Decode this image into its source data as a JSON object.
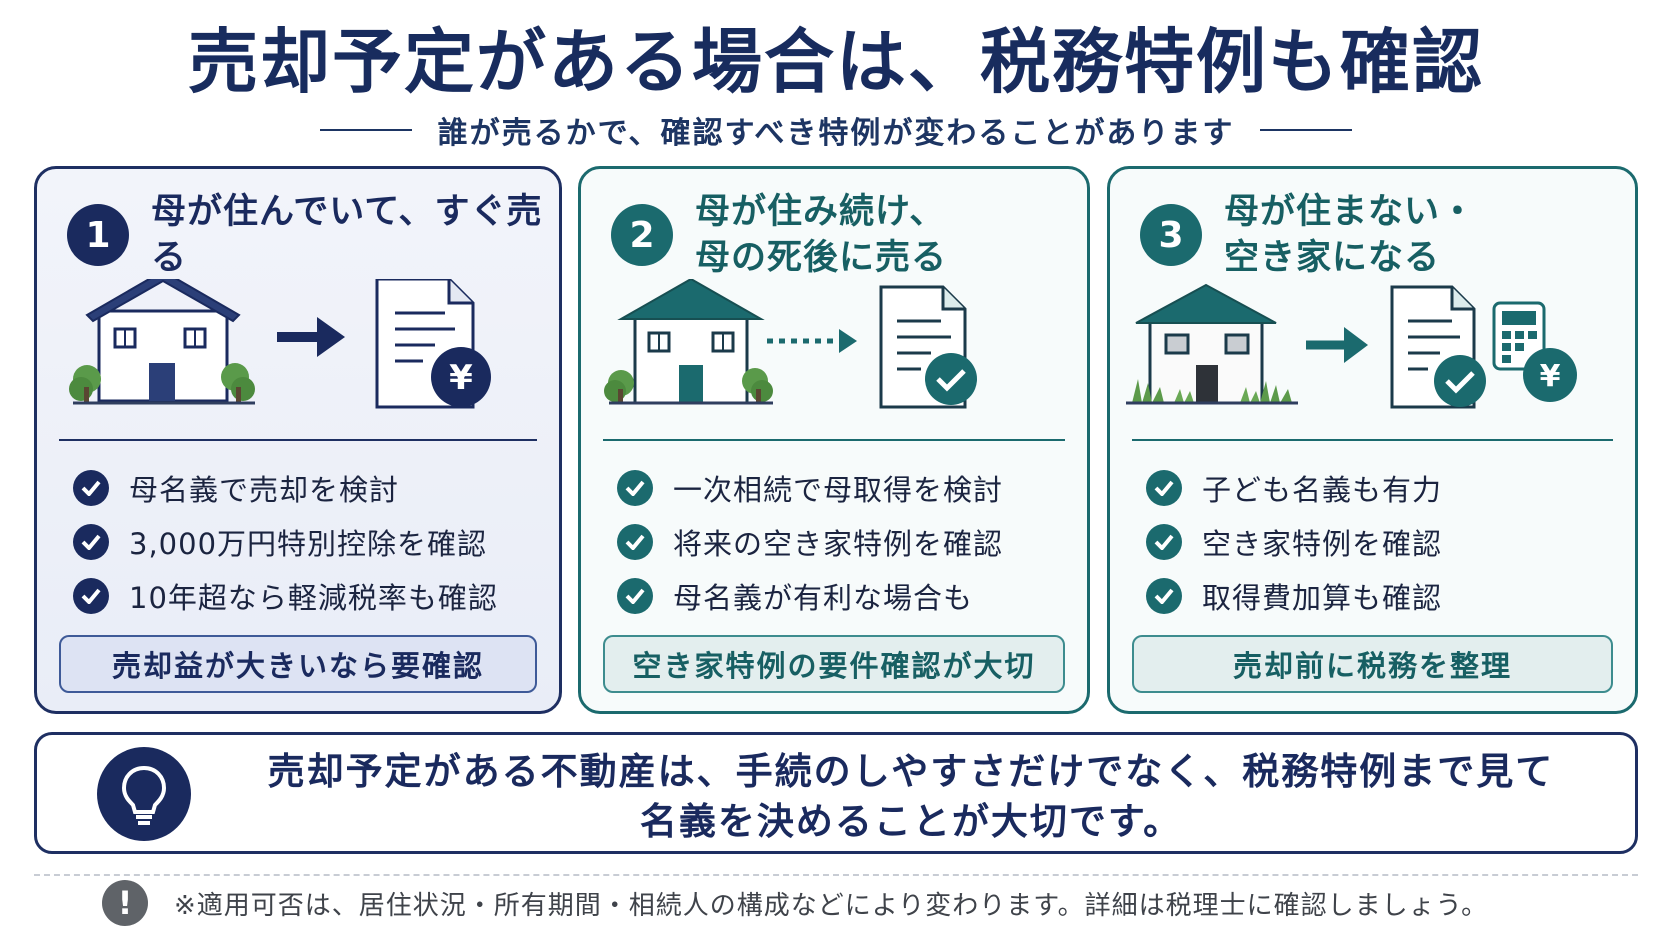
{
  "title": "売却予定がある場合は、税務特例も確認",
  "subtitle": "誰が売るかで、確認すべき特例が変わることがあります",
  "cards": [
    {
      "number": "1",
      "title_lines": [
        "母が住んでいて、すぐ売る"
      ],
      "checks": [
        "母名義で売却を検討",
        "3,000万円特別控除を確認",
        "10年超なら軽減税率も確認"
      ],
      "note": "売却益が大きいなら要確認",
      "doc_badge": "¥"
    },
    {
      "number": "2",
      "title_lines": [
        "母が住み続け、",
        "母の死後に売る"
      ],
      "checks": [
        "一次相続で母取得を検討",
        "将来の空き家特例を確認",
        "母名義が有利な場合も"
      ],
      "note": "空き家特例の要件確認が大切"
    },
    {
      "number": "3",
      "title_lines": [
        "母が住まない・",
        "空き家になる"
      ],
      "checks": [
        "子ども名義も有力",
        "空き家特例を確認",
        "取得費加算も確認"
      ],
      "note": "売却前に税務を整理",
      "calc_badge": "¥"
    }
  ],
  "summary": {
    "lines": [
      "売却予定がある不動産は、手続のしやすさだけでなく、税務特例まで見て",
      "名義を決めることが大切です。"
    ]
  },
  "footnote": {
    "icon": "!",
    "text": "※適用可否は、居住状況・所有期間・相続人の構成などにより変わります。詳細は税理士に確認しましょう。"
  },
  "colors": {
    "navy": "#1a2a5e",
    "teal": "#1b6a6e"
  }
}
